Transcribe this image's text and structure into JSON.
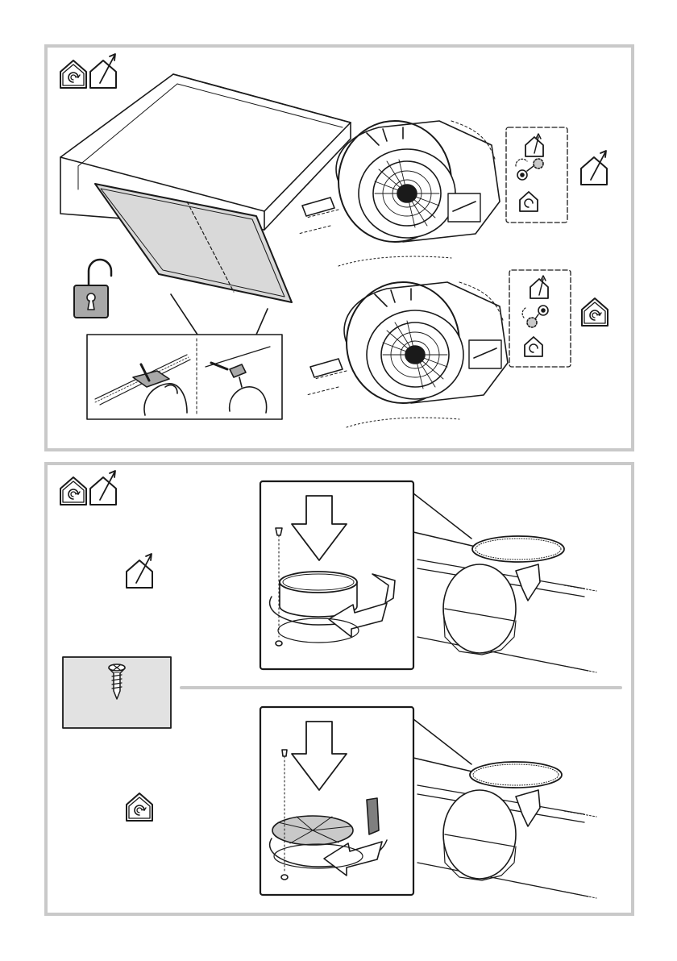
{
  "colors": {
    "panel_border": "#c9c9c9",
    "filter_fill": "#d9d9d9",
    "lock_fill": "#a8a8a8",
    "line": "#1a1a1a",
    "screw_box_fill": "#e2e2e2",
    "separator": "#c9c9c9"
  },
  "top_panel": {
    "mode_icons": [
      "recirculation-mode-icon",
      "extraction-mode-icon"
    ],
    "steps": [
      {
        "id": "unlock-and-remove-filter",
        "icons": [
          "padlock-open-icon",
          "filter-clip-release-icon"
        ]
      },
      {
        "id": "extraction-setting",
        "icons": [
          "extraction-mode-icon",
          "flap-open-icon",
          "recirculation-mode-icon"
        ]
      },
      {
        "id": "recirculation-setting",
        "icons": [
          "extraction-mode-icon",
          "flap-closed-icon",
          "recirculation-mode-icon"
        ]
      }
    ]
  },
  "bottom_panel": {
    "mode_icons": [
      "recirculation-mode-icon",
      "extraction-mode-icon"
    ],
    "steps": [
      {
        "id": "extraction-ring-install",
        "mode": "extraction-mode-icon"
      },
      {
        "id": "recirculation-disc-install",
        "mode": "recirculation-mode-icon"
      }
    ],
    "screw_box_icon": "screw-icon"
  }
}
